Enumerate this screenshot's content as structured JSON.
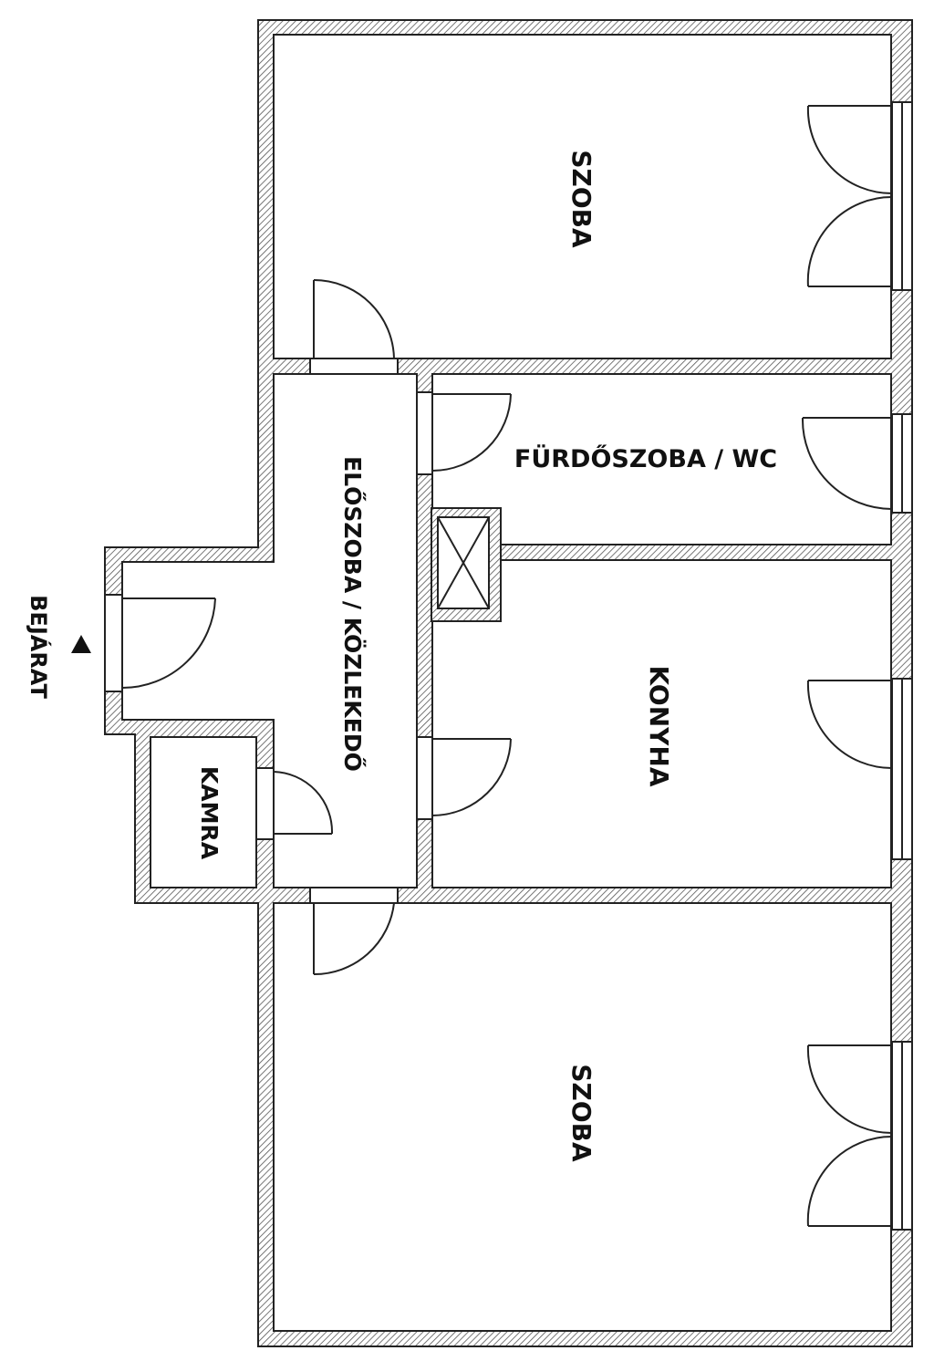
{
  "labels": {
    "room_top": "SZOBA",
    "room_bottom": "SZOBA",
    "bathroom": "FÜRDŐSZOBA / WC",
    "kitchen": "KONYHA",
    "hallway": "ELŐSZOBA / KÖZLEKEDŐ",
    "pantry": "KAMRA",
    "entrance": "BEJÁRAT"
  },
  "colors": {
    "wall_line": "#222222",
    "hatch": "#555555",
    "background": "#ffffff"
  }
}
